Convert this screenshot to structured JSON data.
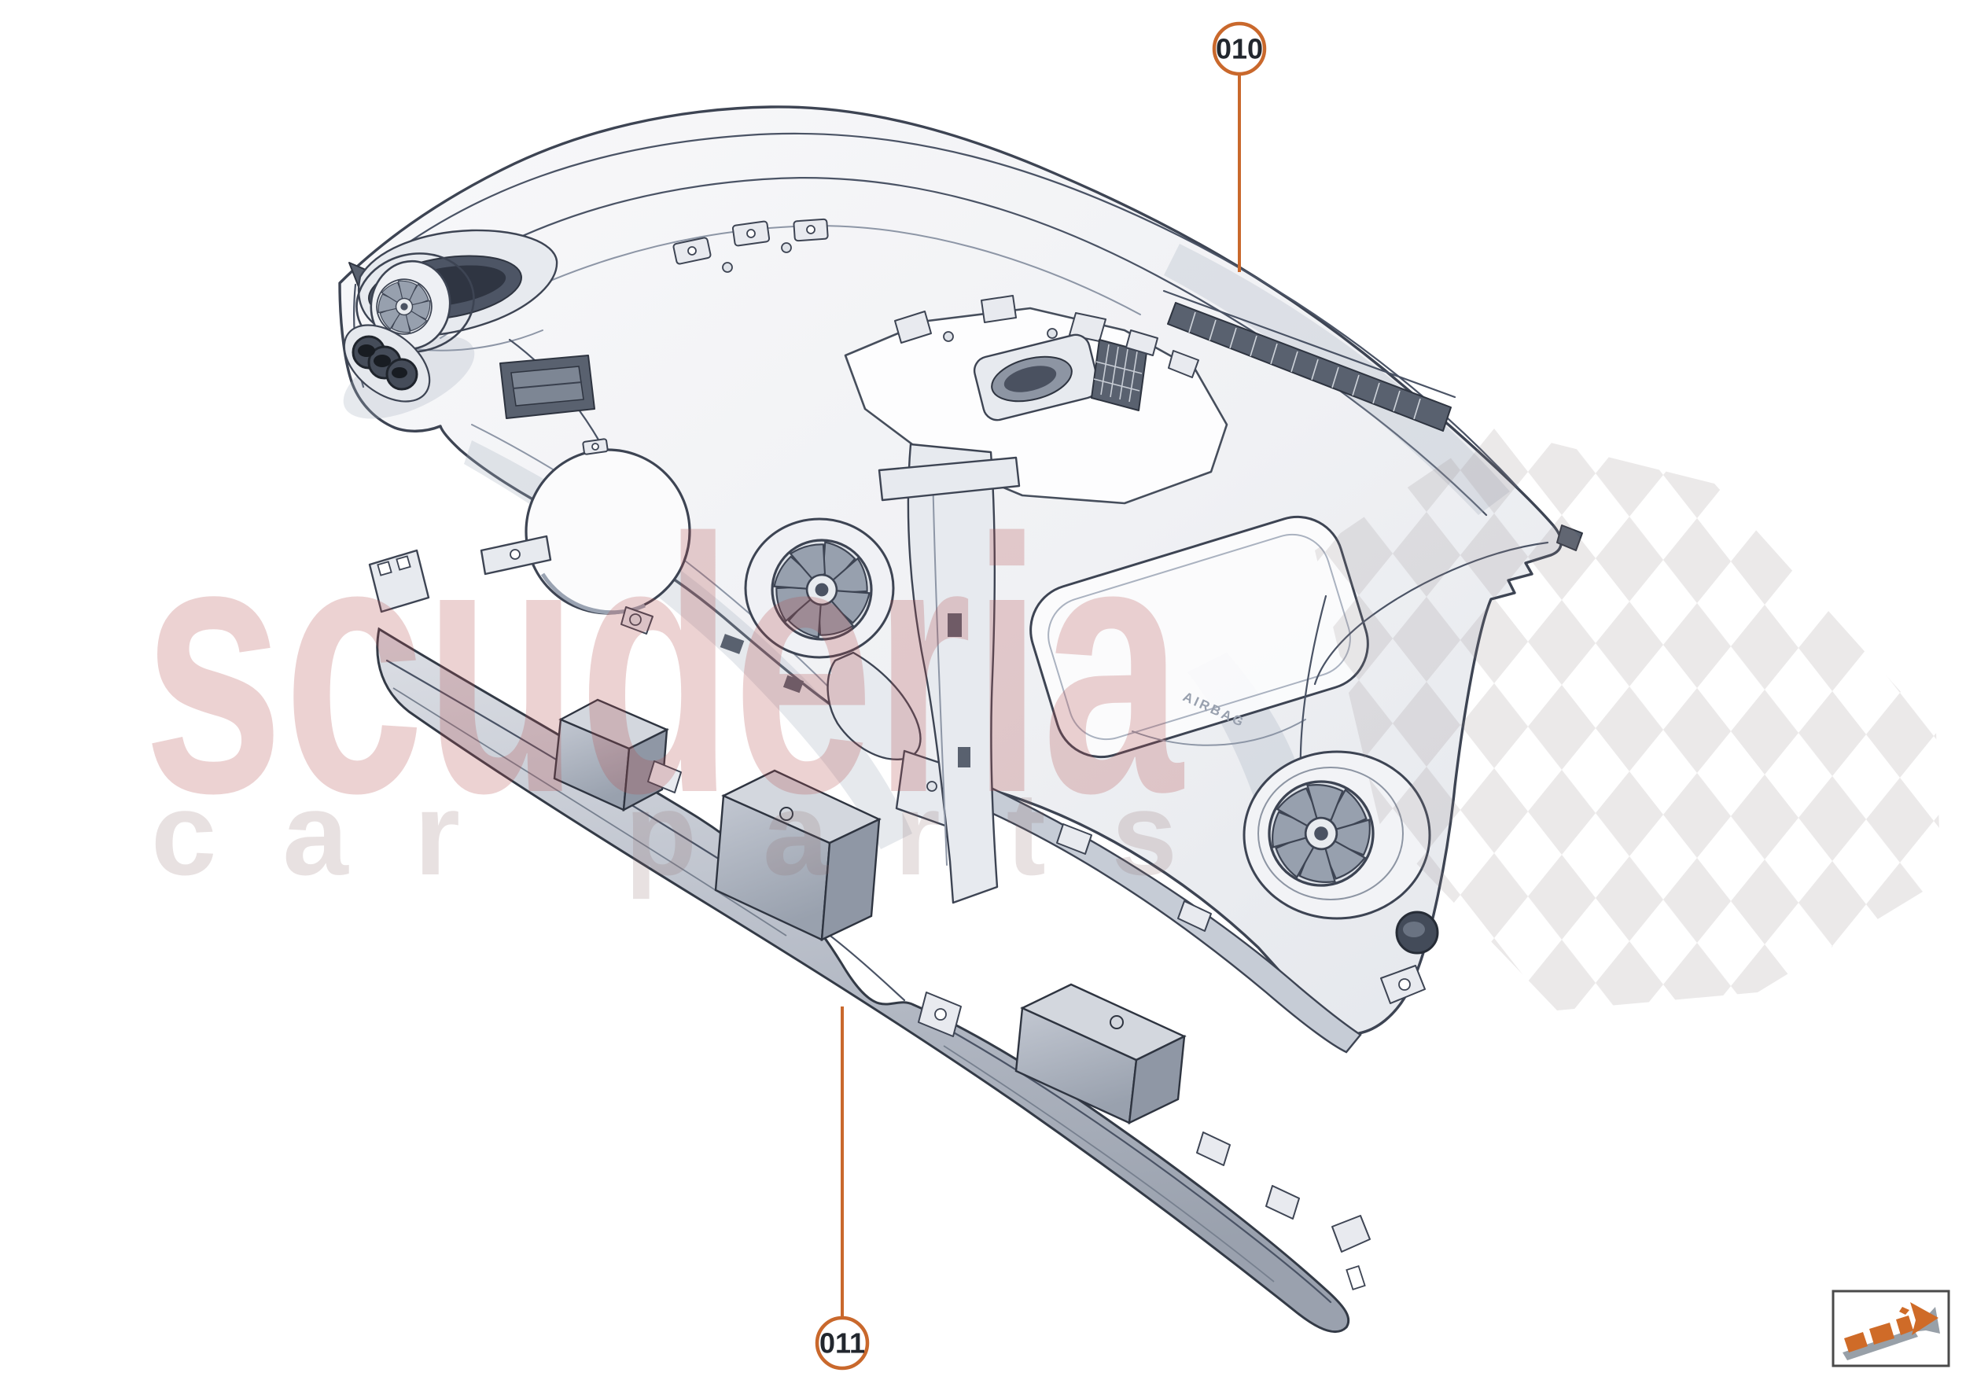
{
  "diagram": {
    "callouts": [
      {
        "label": "010"
      },
      {
        "label": "011"
      }
    ],
    "airbag_label": "AIRBAG",
    "accent_color": "#c9682c",
    "line_color": "#3d4453"
  },
  "watermark": {
    "line1": "scuderia",
    "line2": "car parts",
    "tint": "#b24d4d",
    "checker_tint": "#8a7d80"
  },
  "logo": {
    "icon": "arrow-up-right-icon",
    "arrow_color": "#cf6b28"
  }
}
